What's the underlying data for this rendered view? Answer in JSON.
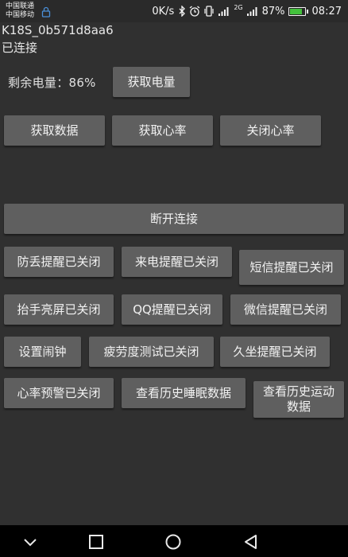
{
  "status_bar": {
    "carrier_1": "中国联通",
    "carrier_2": "中国移动",
    "net_speed": "0K/s",
    "signal_label": "2G",
    "battery_percent": "87%",
    "battery_level": 0.87,
    "time": "08:27"
  },
  "device": {
    "name": "K18S_0b571d8aa6",
    "status": "已连接"
  },
  "battery": {
    "label": "剩余电量：86%",
    "get_button": "获取电量"
  },
  "data_row": {
    "get_data": "获取数据",
    "get_heart_rate": "获取心率",
    "close_heart_rate": "关闭心率"
  },
  "disconnect": "断开连接",
  "reminders": {
    "anti_lost": "防丢提醒已关闭",
    "call": "来电提醒已关闭",
    "sms": "短信提醒已关闭",
    "raise_wrist": "抬手亮屏已关闭",
    "qq": "QQ提醒已关闭",
    "wechat": "微信提醒已关闭",
    "alarm": "设置闹钟",
    "fatigue": "疲劳度测试已关闭",
    "sedentary": "久坐提醒已关闭",
    "heart_alert": "心率预警已关闭",
    "sleep_history": "查看历史睡眠数据",
    "sport_history": "查看历史运动数据"
  },
  "icons": {
    "back": "back-triangle-icon",
    "home": "home-circle-icon",
    "recent": "recent-square-icon",
    "down": "chevron-down-icon"
  },
  "colors": {
    "background": "#303030",
    "button": "#5f5f5f",
    "battery_green": "#43c03c"
  }
}
